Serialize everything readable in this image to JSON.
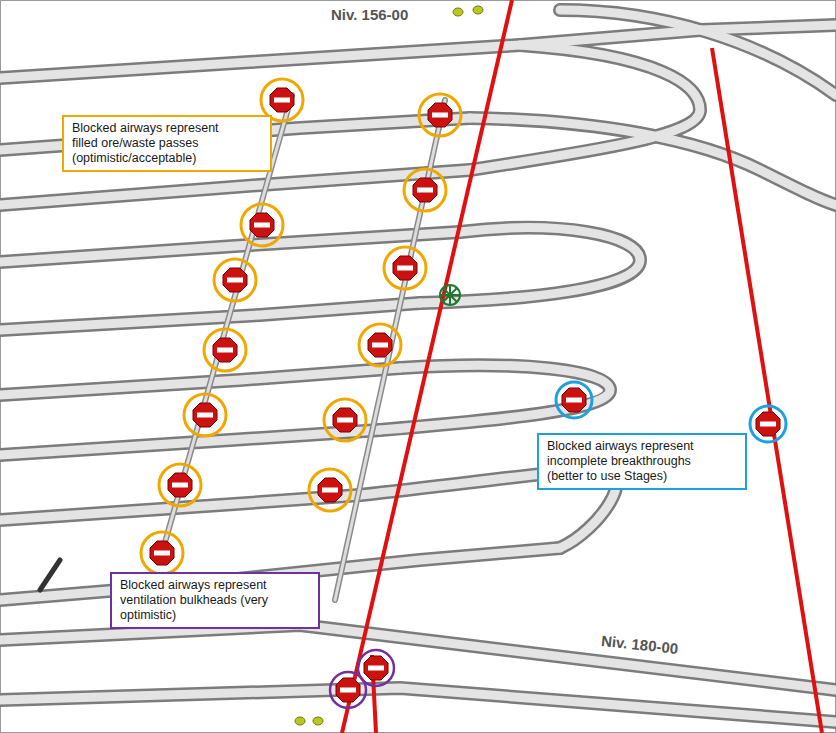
{
  "diagram": {
    "nodes": [
      {
        "text": [
          "Blocked airways represent filled ore/waste passes (optimistic/acceptable)"
        ]
      },
      {
        "text": [
          "Blocked airways represent incomplete breakthroughs (better to use Stages)"
        ]
      },
      {
        "text": [
          "Blocked airways represent ventilation bulkheads (very optimistic)"
        ]
      }
    ],
    "labels": [
      "Niv. 156-00",
      "Niv. 180-00"
    ]
  }
}
